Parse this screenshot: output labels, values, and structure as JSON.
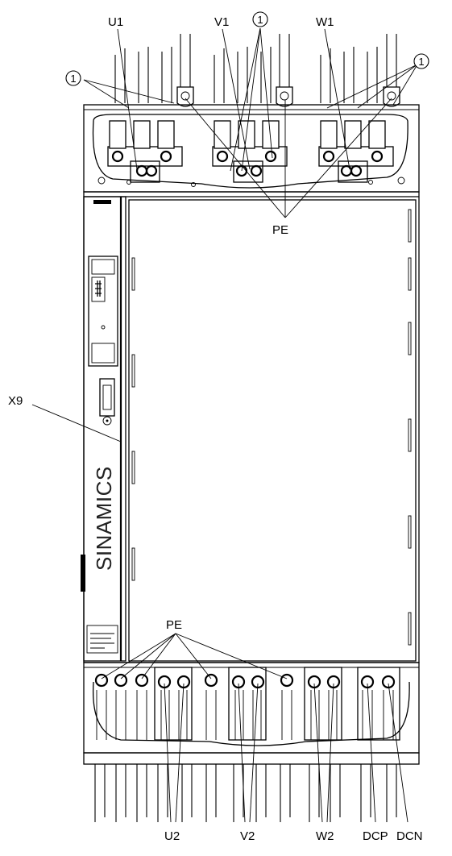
{
  "labels": {
    "u1": "U1",
    "v1": "V1",
    "w1": "W1",
    "pe_top": "PE",
    "pe_bottom": "PE",
    "x9": "X9",
    "u2": "U2",
    "v2": "V2",
    "w2": "W2",
    "dcp": "DCP",
    "dcn": "DCN",
    "callout_left": "1",
    "callout_mid": "1",
    "callout_right": "1"
  },
  "brand": "SINAMICS"
}
